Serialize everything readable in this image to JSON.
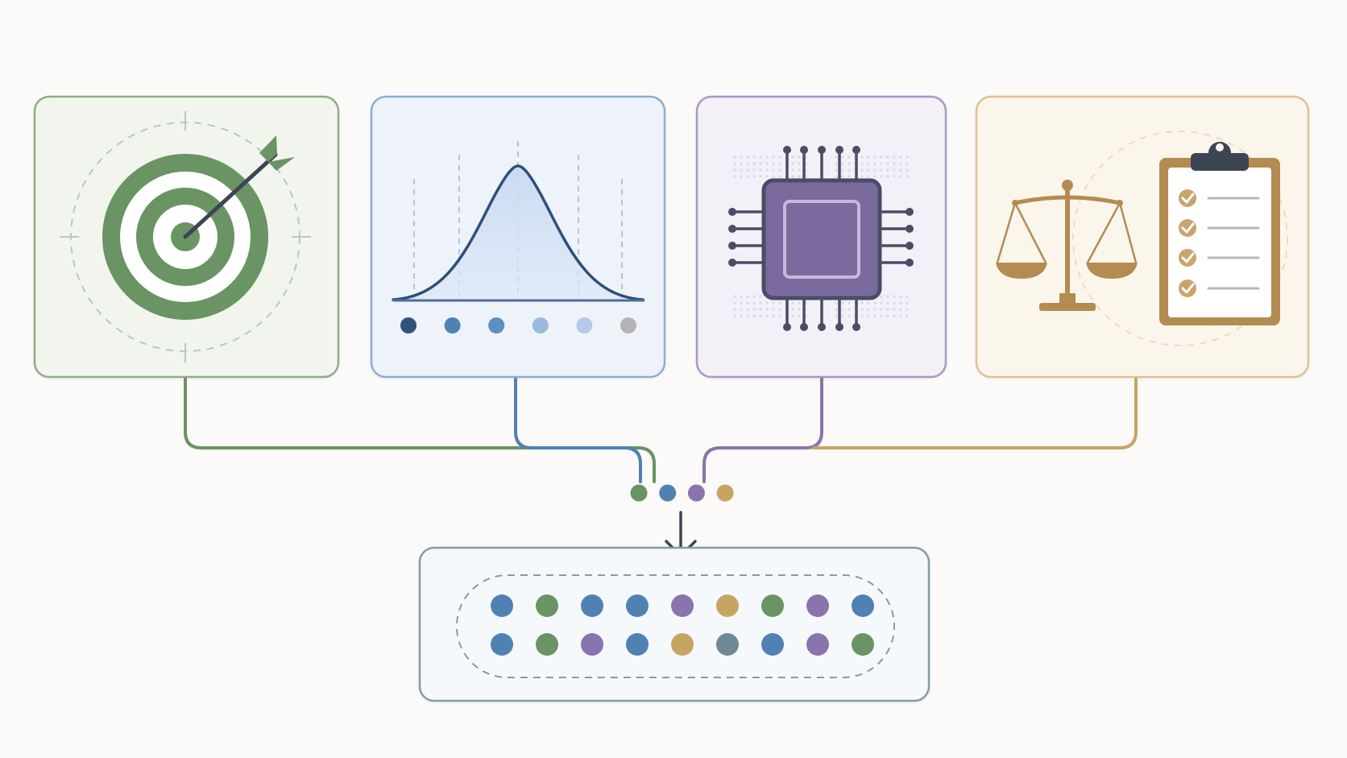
{
  "colors": {
    "green": "#6a9463",
    "blue": "#4f82b3",
    "purple": "#8a74ad",
    "gold": "#c8a463",
    "slate": "#6f8a96",
    "dark": "#3d4454"
  },
  "panels": [
    {
      "name": "target",
      "icon": "target-with-arrow-icon",
      "accent": "#6a9463",
      "fill": "#f1f5ee"
    },
    {
      "name": "distribution",
      "icon": "bell-curve-icon",
      "accent": "#6f98c7",
      "fill": "#eef3fa"
    },
    {
      "name": "processor",
      "icon": "microchip-icon",
      "accent": "#9d8bbf",
      "fill": "#f3f0f7"
    },
    {
      "name": "evaluation",
      "icon": "scales-and-checklist-icon",
      "accent": "#d6b77e",
      "fill": "#fbf6ec"
    }
  ],
  "distribution_dots": [
    "#2f527e",
    "#4f82b3",
    "#5a8fc0",
    "#9bb9df",
    "#b6c9e6",
    "#b3b3b3"
  ],
  "merge_dots": [
    "#6a9463",
    "#4f82b3",
    "#8a74ad",
    "#c8a463"
  ],
  "output_grid": [
    [
      "#4f82b3",
      "#6a9463",
      "#4f82b3",
      "#4f82b3",
      "#8a74ad",
      "#c8a463",
      "#6a9463",
      "#8a74ad",
      "#4f82b3"
    ],
    [
      "#4f82b3",
      "#6a9463",
      "#8a74ad",
      "#4f82b3",
      "#c8a463",
      "#6f8a96",
      "#4f82b3",
      "#8a74ad",
      "#6a9463"
    ]
  ]
}
